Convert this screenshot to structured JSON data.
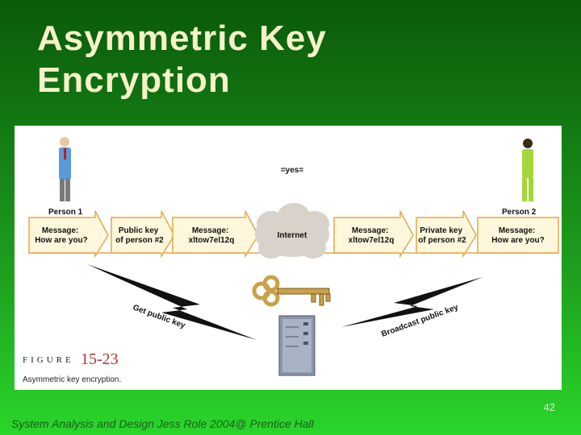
{
  "slide": {
    "title_line1": "Asymmetric Key",
    "title_line2": "Encryption",
    "page_number": "42",
    "footer": "System Analysis and Design Jess Role 2004@ Prentice Hall"
  },
  "diagram": {
    "top_label": "=yes=",
    "person1": "Person 1",
    "person2": "Person 2",
    "msg_plain_left": [
      "Message:",
      "How are you?"
    ],
    "public_key": [
      "Public key",
      "of person #2"
    ],
    "msg_cipher_left": [
      "Message:",
      "xltow7el12q"
    ],
    "internet": "Internet",
    "msg_cipher_right": [
      "Message:",
      "xltow7el12q"
    ],
    "private_key": [
      "Private key",
      "of person #2"
    ],
    "msg_plain_right": [
      "Message:",
      "How are you?"
    ],
    "get_public_key": "Get public key",
    "broadcast_public_key": "Broadcast public key"
  },
  "figure": {
    "label": "FIGURE",
    "number": "15-23",
    "caption": "Asymmetric key encryption."
  },
  "colors": {
    "arrow_fill": "#fff7dc",
    "arrow_stroke": "#e3a94a",
    "cloud": "#d8d2cb",
    "key": "#c8a14a",
    "title": "#f6f1c8"
  }
}
